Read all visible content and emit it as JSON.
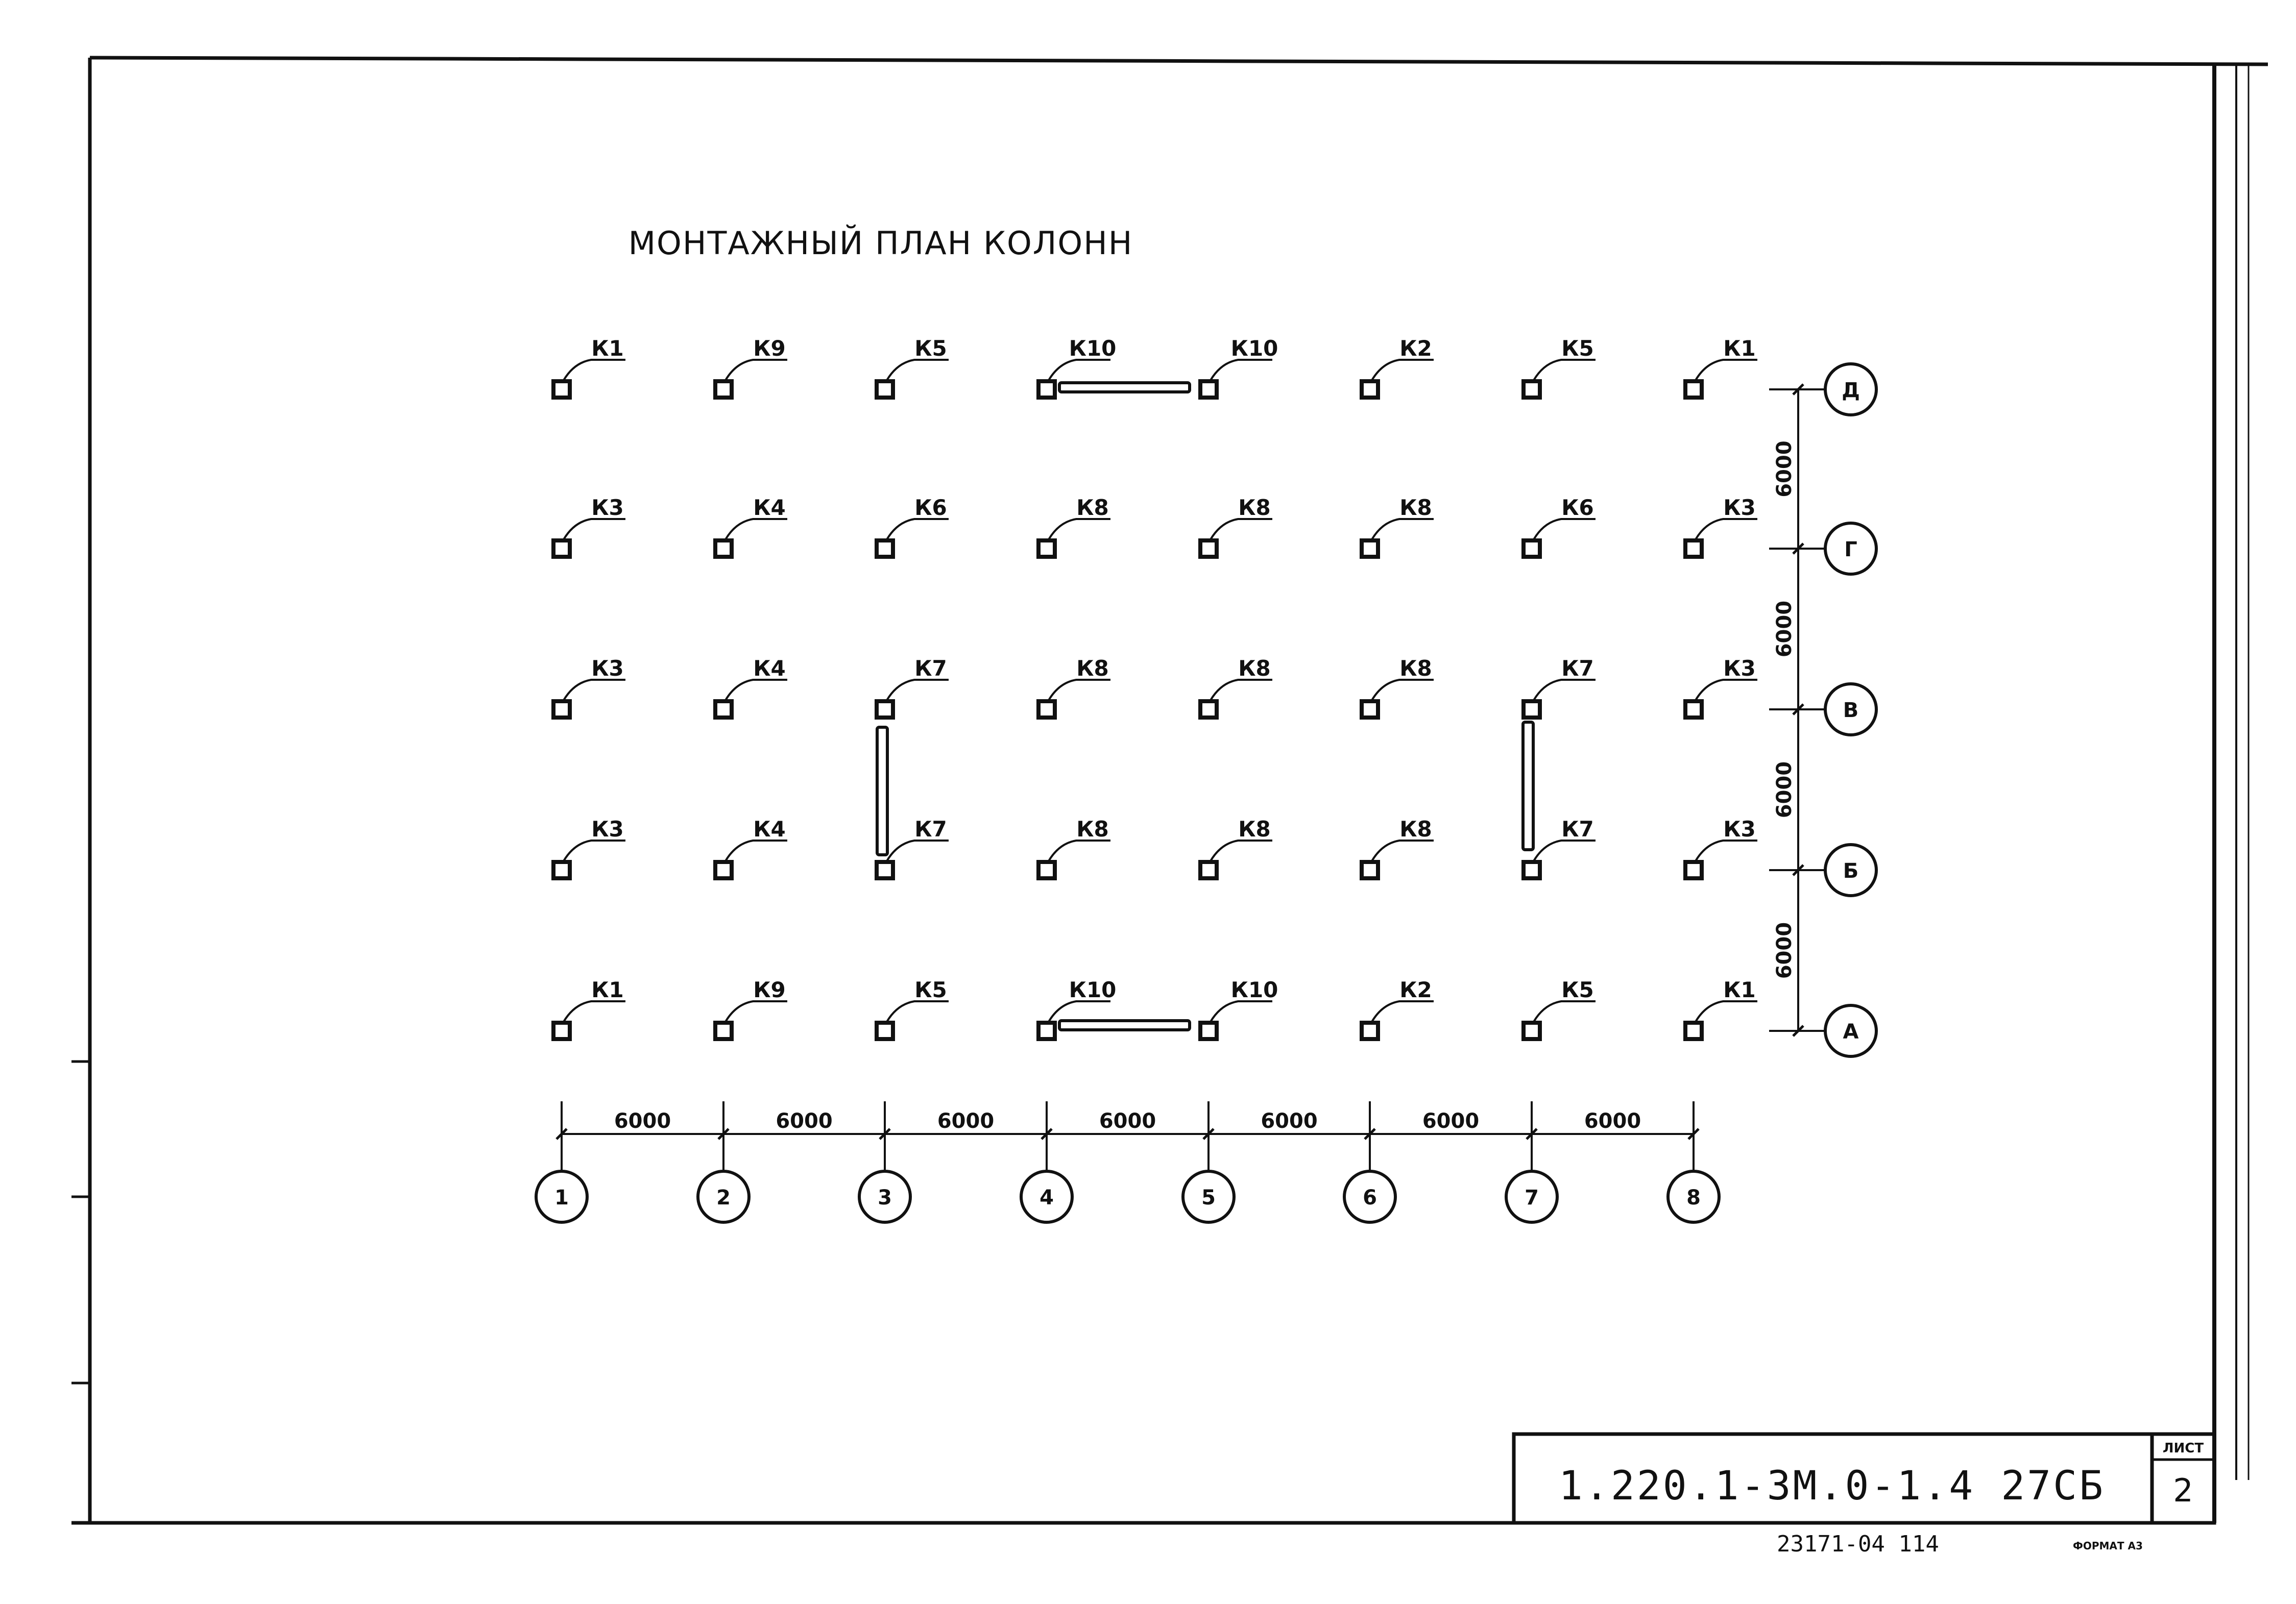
{
  "title": "МОНТАЖНЫЙ ПЛАН КОЛОНН",
  "column_axes": [
    "1",
    "2",
    "3",
    "4",
    "5",
    "6",
    "7",
    "8"
  ],
  "row_axes": [
    "Д",
    "Г",
    "В",
    "Б",
    "А"
  ],
  "bay_dimension": "6000",
  "span_dimension": "6000",
  "column_marks": [
    [
      "К1",
      "К9",
      "К5",
      "К10",
      "К10",
      "К2",
      "К5",
      "К1"
    ],
    [
      "К3",
      "К4",
      "К6",
      "К8",
      "К8",
      "К8",
      "К6",
      "К3"
    ],
    [
      "К3",
      "К4",
      "К7",
      "К8",
      "К8",
      "К8",
      "К7",
      "К3"
    ],
    [
      "К3",
      "К4",
      "К7",
      "К8",
      "К8",
      "К8",
      "К7",
      "К3"
    ],
    [
      "К1",
      "К9",
      "К5",
      "К10",
      "К10",
      "К2",
      "К5",
      "К1"
    ]
  ],
  "stamp": {
    "code": "1.220.1-3М.0-1.4 27СБ",
    "sheet_label": "ЛИСТ",
    "sheet_number": "2"
  },
  "footer": {
    "inventory": "23171-04 114",
    "format": "ФОРМАТ А3"
  }
}
